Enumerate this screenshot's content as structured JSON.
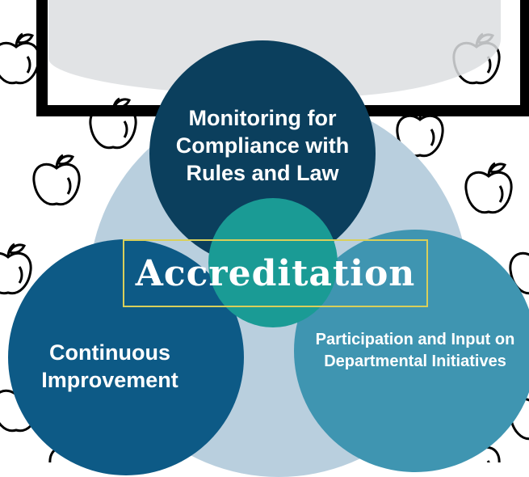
{
  "title_partial": "",
  "circles": {
    "top": "Monitoring for Compliance with Rules and Law",
    "left": "Continuous Improvement",
    "right": "Participation and Input on Departmental Initiatives",
    "center": "Accreditation"
  },
  "colors": {
    "dark_navy": "#0b3f5d",
    "blue": "#0d5a86",
    "teal_blue": "#3f95b1",
    "light_blue": "#b9cfde",
    "center_teal": "#1a9b95",
    "box_border": "#d9cf5a"
  },
  "icons": [
    "apple-icon"
  ]
}
